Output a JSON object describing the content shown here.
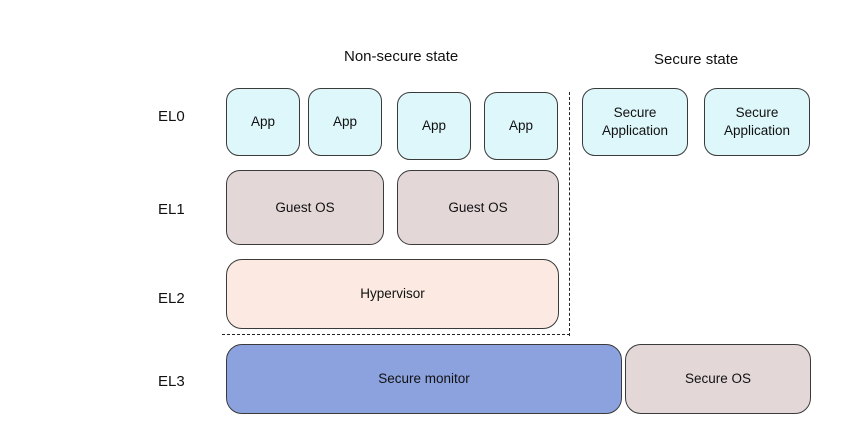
{
  "headings": {
    "non_secure": "Non-secure state",
    "secure": "Secure state"
  },
  "levels": {
    "el0": "EL0",
    "el1": "EL1",
    "el2": "EL2",
    "el3": "EL3"
  },
  "el0": {
    "apps": [
      "App",
      "App",
      "App",
      "App"
    ],
    "secure_apps": [
      {
        "line1": "Secure",
        "line2": "Application"
      },
      {
        "line1": "Secure",
        "line2": "Application"
      }
    ]
  },
  "el1": {
    "guest_os": [
      "Guest OS",
      "Guest OS"
    ]
  },
  "el2": {
    "hypervisor": "Hypervisor"
  },
  "el3": {
    "secure_monitor": "Secure monitor",
    "secure_os": "Secure OS"
  },
  "colors": {
    "app": "#def7fa",
    "guest_os": "#e3d7d8",
    "hypervisor": "#fbe9e2",
    "secure_monitor": "#8ca2df",
    "secure_os": "#e3d7d8",
    "border": "#3a3a3a"
  }
}
